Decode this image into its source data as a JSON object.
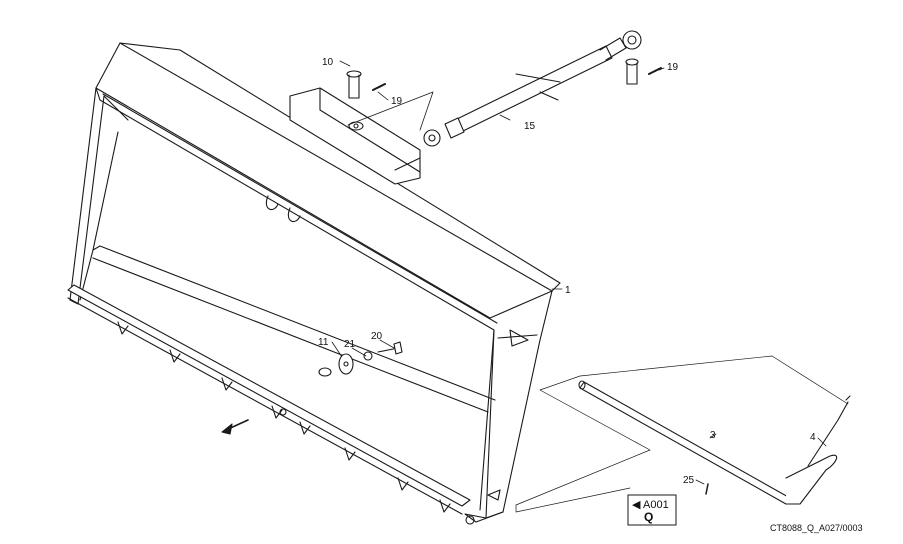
{
  "callouts": {
    "c1": "1",
    "c3": "3",
    "c4": "4",
    "c10": "10",
    "c11": "11",
    "c15": "15",
    "c19a": "19",
    "c19b": "19",
    "c20": "20",
    "c21": "21",
    "c25": "25"
  },
  "reference_box": {
    "arrow": "◀",
    "code": "A001",
    "letter": "Q"
  },
  "drawing_code": "CT8088_Q_A027/0003",
  "colors": {
    "line": "#1a1a1a",
    "background": "#ffffff"
  }
}
